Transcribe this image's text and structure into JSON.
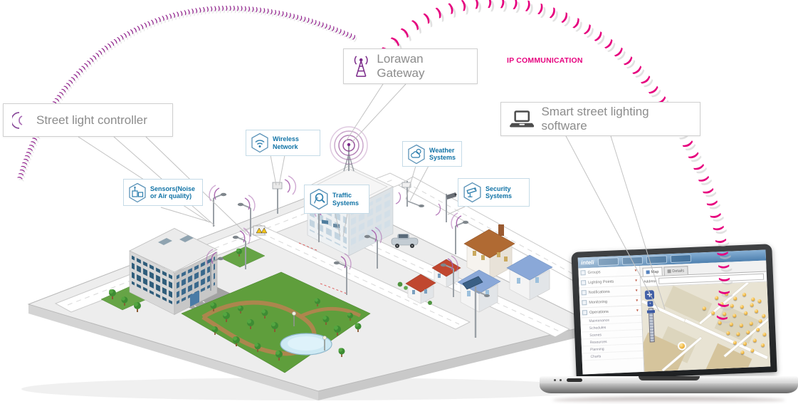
{
  "callouts": {
    "street_light_controller": "Street light controller",
    "lorawan_gateway": "Lorawan Gateway",
    "smart_software": "Smart street lighting software",
    "ip_communication": "IP COMMUNICATION"
  },
  "badges": [
    {
      "line1": "Wireless",
      "line2": "Network",
      "icon": "wifi-icon"
    },
    {
      "line1": "Sensors(Noise",
      "line2": "or Air quality)",
      "icon": "sensor-icon"
    },
    {
      "line1": "Traffic",
      "line2": "Systems",
      "icon": "traffic-magnifier-icon"
    },
    {
      "line1": "Weather",
      "line2": "Systems",
      "icon": "sun-cloud-icon"
    },
    {
      "line1": "Security",
      "line2": "Systems",
      "icon": "cctv-icon"
    }
  ],
  "laptop_ui": {
    "logo": "inteli",
    "tabs": {
      "map": "Map",
      "details": "Details"
    },
    "address_label": "Address",
    "sidebar": [
      {
        "label": "Groups"
      },
      {
        "label": "Lighting Points"
      },
      {
        "label": "Notifications"
      },
      {
        "label": "Monitoring"
      },
      {
        "label": "Operations"
      }
    ],
    "operations_items": [
      "Maintenance",
      "Schedules",
      "Scenes",
      "Resources",
      "Planning",
      "Charts"
    ],
    "map_markers": [
      [
        58,
        14
      ],
      [
        66,
        10
      ],
      [
        73,
        16
      ],
      [
        80,
        12
      ],
      [
        87,
        18
      ],
      [
        62,
        22
      ],
      [
        70,
        24
      ],
      [
        78,
        26
      ],
      [
        86,
        24
      ],
      [
        92,
        20
      ],
      [
        55,
        32
      ],
      [
        64,
        34
      ],
      [
        72,
        36
      ],
      [
        81,
        34
      ],
      [
        89,
        32
      ],
      [
        95,
        38
      ],
      [
        60,
        44
      ],
      [
        69,
        46
      ],
      [
        77,
        48
      ],
      [
        85,
        46
      ],
      [
        92,
        44
      ],
      [
        66,
        56
      ],
      [
        74,
        58
      ],
      [
        82,
        56
      ],
      [
        90,
        54
      ],
      [
        95,
        60
      ],
      [
        71,
        68
      ],
      [
        79,
        70
      ],
      [
        87,
        66
      ],
      [
        93,
        72
      ],
      [
        77,
        80
      ],
      [
        85,
        78
      ],
      [
        48,
        26
      ],
      [
        28,
        68,
        1
      ]
    ]
  },
  "colors": {
    "ip_pink": "#e6007e",
    "lora_purple": "#93278f",
    "signal_violet": "#a761ad",
    "badge_blue": "#1173a6",
    "label_gray": "#8c8c8c"
  },
  "arcs": {
    "purple_glyphs": "))))))))))))))))))))))))))))))))))))))))))))))))))))))))))))))))))))))))))))))))))))))))))))))))))))))))))))))))",
    "pink_glyphs": "))))))))))))))))))))))))))))))))))))))))))))))))"
  }
}
